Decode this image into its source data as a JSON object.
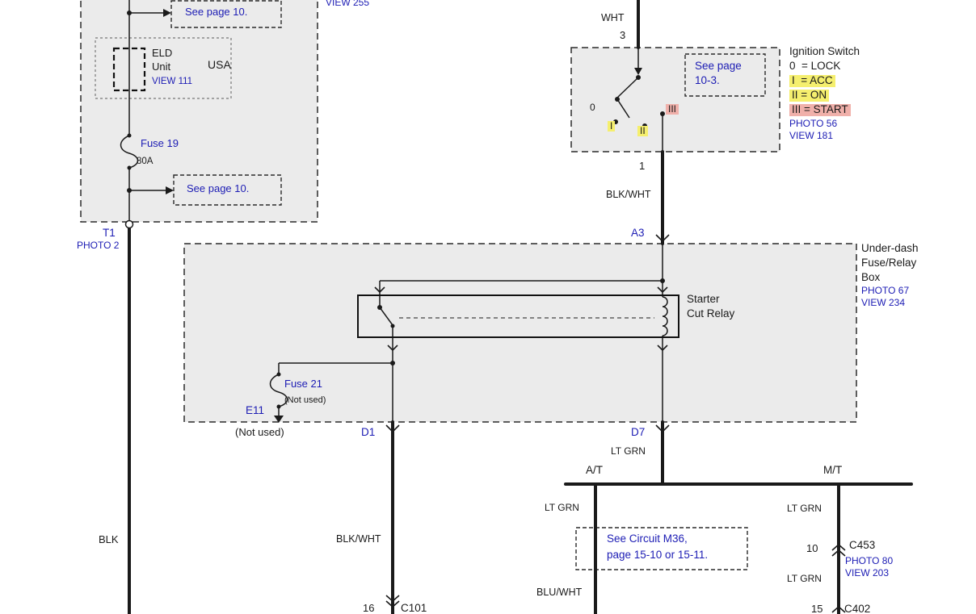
{
  "colors": {
    "ref_blue": "#1c1cb4",
    "highlight_yellow": "#f5ef6e",
    "highlight_pink": "#f0b0aa",
    "box_gray": "#ebebeb",
    "wire_black": "#1a1a1a"
  },
  "top_center_view": "VIEW 255",
  "top_left": {
    "see_page_top": "See page 10.",
    "eld_line1": "ELD",
    "eld_line2": "Unit",
    "eld_view": "VIEW 111",
    "usa": "USA",
    "fuse19_name": "Fuse 19",
    "fuse19_rating": "80A",
    "see_page_bottom": "See page 10.",
    "t1": "T1",
    "t1_photo": "PHOTO 2",
    "wire_blk": "BLK"
  },
  "ignition": {
    "wire_wht": "WHT",
    "pin3": "3",
    "see_page_line1": "See page",
    "see_page_line2": "10-3.",
    "title": "Ignition Switch",
    "legend0": "0  = LOCK",
    "legend1": "I  = ACC",
    "legend2": "II = ON",
    "legend3": "III = START",
    "photo": "PHOTO 56",
    "view": "VIEW 181",
    "contact0": "0",
    "contact1": "I",
    "contact2": "II",
    "contact3": "III",
    "pin1": "1",
    "wire_blkwht": "BLK/WHT",
    "terminal_a3": "A3"
  },
  "fuse_relay_box": {
    "title_line1": "Under-dash",
    "title_line2": "Fuse/Relay",
    "title_line3": "Box",
    "photo": "PHOTO 67",
    "view": "VIEW 234",
    "relay_line1": "Starter",
    "relay_line2": "Cut Relay",
    "fuse21": "Fuse 21",
    "fuse21_note": "(Not used)",
    "e11": "E11",
    "e11_note": "(Not used)",
    "terminal_d1": "D1",
    "terminal_d7": "D7"
  },
  "bottom_left": {
    "wire_blkwht": "BLK/WHT",
    "pin16": "16",
    "connector_c101": "C101"
  },
  "bottom_right": {
    "wire_ltgrn": "LT GRN",
    "branch_at": "A/T",
    "branch_mt": "M/T",
    "at_wire_ltgrn": "LT GRN",
    "see_circuit_line1": "See Circuit M36,",
    "see_circuit_line2": "page 15-10 or 15-11.",
    "at_wire_bluwht": "BLU/WHT",
    "mt_wire_ltgrn1": "LT GRN",
    "pin10": "10",
    "connector_c453": "C453",
    "c453_photo": "PHOTO 80",
    "c453_view": "VIEW 203",
    "mt_wire_ltgrn2": "LT GRN",
    "pin15": "15",
    "connector_c402": "C402"
  }
}
